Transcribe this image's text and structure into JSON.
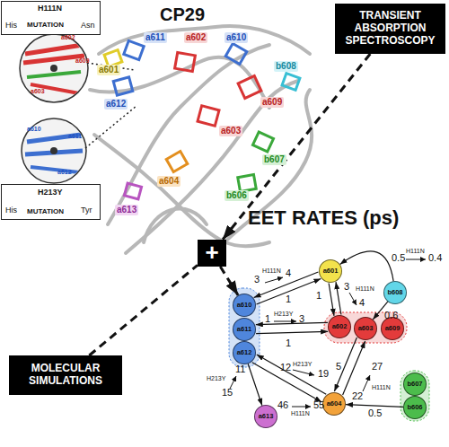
{
  "diagram": {
    "nodes": [
      {
        "text": [
          "His",
          "H111N",
          "MUTATION",
          "Asn"
        ]
      },
      {
        "text": [
          "TRANSIENT ABSORPTION SPECTROSCOPY"
        ]
      },
      {
        "text": [
          "His",
          "H213Y",
          "MUTATION",
          "Tyr"
        ]
      },
      {
        "text": [
          "+"
        ]
      },
      {
        "text": [
          "MOLECULAR SIMULATIONS"
        ]
      },
      {
        "text": [
          "a601"
        ]
      },
      {
        "text": [
          "a610"
        ]
      },
      {
        "text": [
          "a611"
        ]
      },
      {
        "text": [
          "a612"
        ]
      },
      {
        "text": [
          "b608"
        ]
      },
      {
        "text": [
          "a602"
        ]
      },
      {
        "text": [
          "a603"
        ]
      },
      {
        "text": [
          "a609"
        ]
      },
      {
        "text": [
          "a613"
        ]
      },
      {
        "text": [
          "a604"
        ]
      },
      {
        "text": [
          "b607"
        ]
      },
      {
        "text": [
          "b606"
        ]
      }
    ],
    "edges": [
      {
        "from": 1,
        "to": 3,
        "arrow": "to"
      },
      {
        "from": 4,
        "to": 3,
        "arrow": "none"
      },
      {
        "from": 3,
        "to": 6,
        "arrow": "to"
      },
      {
        "from": 6,
        "to": 5,
        "label": "3",
        "arrow": "to"
      },
      {
        "from": 5,
        "to": 6,
        "label": "1",
        "arrow": "to"
      },
      {
        "from": 5,
        "to": 10,
        "label": "3",
        "arrow": "to"
      },
      {
        "from": 10,
        "to": 5,
        "label": "1",
        "arrow": "to"
      },
      {
        "from": 9,
        "to": 5,
        "label": "0.5",
        "arrow": "to"
      },
      {
        "from": 9,
        "to": 11,
        "label": "0.6",
        "arrow": "to"
      },
      {
        "from": 7,
        "to": 10,
        "label": "1",
        "arrow": "to"
      },
      {
        "from": 10,
        "to": 7,
        "label": "1",
        "arrow": "to"
      },
      {
        "from": 8,
        "to": 13,
        "label": "15",
        "arrow": "to"
      },
      {
        "from": 8,
        "to": 14,
        "label": "12",
        "arrow": "to"
      },
      {
        "from": 14,
        "to": 8,
        "label": "46",
        "arrow": "to"
      },
      {
        "from": 14,
        "to": 11,
        "label": "5",
        "arrow": "to"
      },
      {
        "from": 11,
        "to": 14,
        "label": "22",
        "arrow": "to"
      },
      {
        "from": 16,
        "to": 14,
        "label": "0.5",
        "arrow": "to"
      }
    ],
    "labels": [
      "CP29",
      "a602",
      "a609",
      "a603",
      "a610",
      "a611",
      "a612",
      "a611",
      "a602",
      "a610",
      "b608",
      "a601",
      "a609",
      "a612",
      "a603",
      "a604",
      "b607",
      "a613",
      "b606",
      "EET RATES (ps)",
      "H111N",
      "4",
      "H111N",
      "4",
      "H111N",
      "0.4",
      "H213Y",
      "3",
      "H213Y",
      "11",
      "H213Y",
      "19",
      "H111N",
      "55",
      "H111N",
      "27"
    ]
  }
}
